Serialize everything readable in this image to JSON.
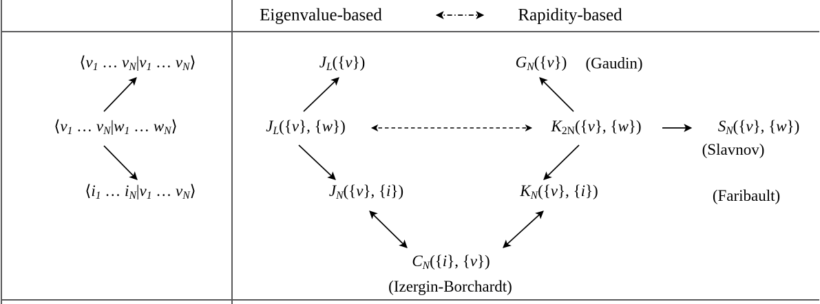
{
  "header": {
    "left_label": "Eigenvalue-based",
    "right_label": "Rapidity-based",
    "connector": "dashed-double-arrow"
  },
  "left_column": {
    "items": [
      {
        "id": "vv",
        "text": "⟨v₁ … v_N|v₁ … v_N⟩"
      },
      {
        "id": "vw",
        "text": "⟨v₁ … v_N|w₁ … w_N⟩"
      },
      {
        "id": "iv",
        "text": "⟨i₁ … i_N|v₁ … v_N⟩"
      }
    ]
  },
  "right_column": {
    "nodes": [
      {
        "id": "J_L_v",
        "label": "J_L({v})"
      },
      {
        "id": "G_N_v",
        "label": "G_N({v})"
      },
      {
        "id": "gaudin",
        "label": "(Gaudin)"
      },
      {
        "id": "J_L_vw",
        "label": "J_L({v}, {w})"
      },
      {
        "id": "K_2N_vw",
        "label": "K_2N({v}, {w})"
      },
      {
        "id": "S_N_vw",
        "label": "S_N({v}, {w})"
      },
      {
        "id": "slavnov",
        "label": "(Slavnov)"
      },
      {
        "id": "faribault",
        "label": "(Faribault)"
      },
      {
        "id": "J_N_vi",
        "label": "J_N({v}, {i})"
      },
      {
        "id": "K_N_vi",
        "label": "K_N({v}, {i})"
      },
      {
        "id": "C_N_iv",
        "label": "C_N({i}, {v})"
      },
      {
        "id": "izergin",
        "label": "(Izergin-Borchardt)"
      }
    ],
    "edges": [
      {
        "from": "J_L_vw",
        "to": "J_L_v",
        "style": "solid",
        "heads": "single"
      },
      {
        "from": "K_2N_vw",
        "to": "G_N_v",
        "style": "solid",
        "heads": "single"
      },
      {
        "from": "J_L_vw",
        "to": "K_2N_vw",
        "style": "dashed",
        "heads": "double"
      },
      {
        "from": "K_2N_vw",
        "to": "S_N_vw",
        "style": "solid",
        "heads": "single"
      },
      {
        "from": "J_L_vw",
        "to": "J_N_vi",
        "style": "solid",
        "heads": "single"
      },
      {
        "from": "K_2N_vw",
        "to": "K_N_vi",
        "style": "solid",
        "heads": "single"
      },
      {
        "from": "J_N_vi",
        "to": "C_N_iv",
        "style": "solid",
        "heads": "double"
      },
      {
        "from": "K_N_vi",
        "to": "C_N_iv",
        "style": "solid",
        "heads": "double"
      }
    ]
  },
  "style": {
    "rule_color": "#58585a",
    "text_color": "#000000",
    "background": "#ffffff"
  }
}
